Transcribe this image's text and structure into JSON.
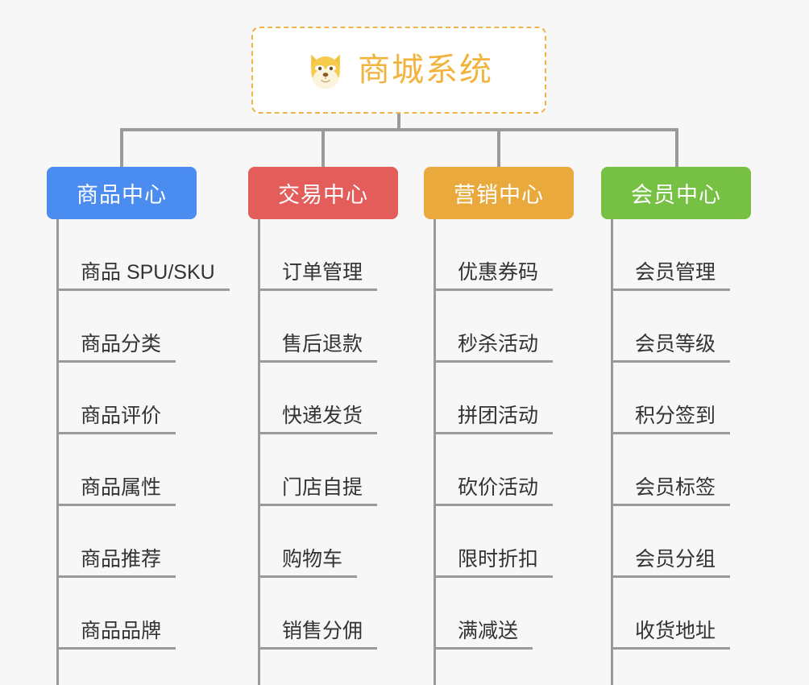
{
  "root": {
    "title": "商城系统",
    "icon": "dog-face-emoji",
    "border_color": "#F0B24A",
    "text_color": "#F2B33D"
  },
  "connector_color": "#9A9A9A",
  "background_color": "#F7F7F7",
  "columns": [
    {
      "id": "product-center",
      "title": "商品中心",
      "color": "#4A8CF0",
      "items": [
        "商品 SPU/SKU",
        "商品分类",
        "商品评价",
        "商品属性",
        "商品推荐",
        "商品品牌"
      ]
    },
    {
      "id": "trade-center",
      "title": "交易中心",
      "color": "#E35D5B",
      "items": [
        "订单管理",
        "售后退款",
        "快递发货",
        "门店自提",
        "购物车",
        "销售分佣"
      ]
    },
    {
      "id": "marketing-center",
      "title": "营销中心",
      "color": "#EAA93C",
      "items": [
        "优惠券码",
        "秒杀活动",
        "拼团活动",
        "砍价活动",
        "限时折扣",
        "满减送"
      ]
    },
    {
      "id": "member-center",
      "title": "会员中心",
      "color": "#76C043",
      "items": [
        "会员管理",
        "会员等级",
        "积分签到",
        "会员标签",
        "会员分组",
        "收货地址"
      ]
    }
  ]
}
